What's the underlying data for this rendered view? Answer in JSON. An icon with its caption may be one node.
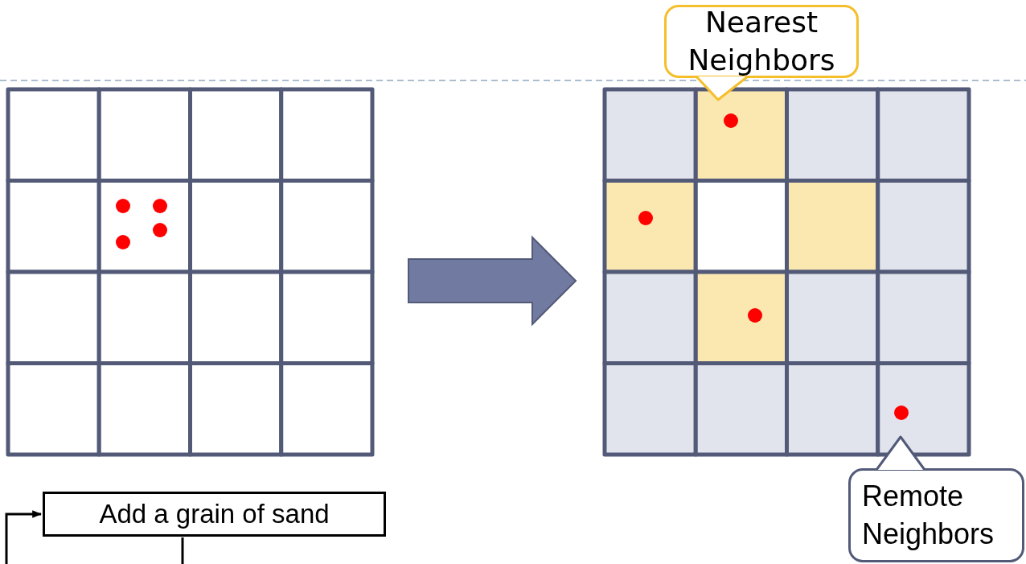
{
  "diagram": {
    "nodes": [
      {
        "text": [],
        "shape": "grid"
      },
      {
        "text": [],
        "shape": "grid"
      },
      {
        "text": [
          "Nearest Neighbors"
        ]
      },
      {
        "text": [
          "Remote Neighbors"
        ]
      },
      {
        "text": [
          "Add a grain of sand"
        ]
      }
    ],
    "edges": [
      {
        "from": 0,
        "to": 1,
        "arrow": "to",
        "style": "thick"
      },
      {
        "from": null,
        "to": 4,
        "arrow": "to"
      },
      {
        "from": 4,
        "to": null,
        "arrow": "none"
      }
    ]
  }
}
